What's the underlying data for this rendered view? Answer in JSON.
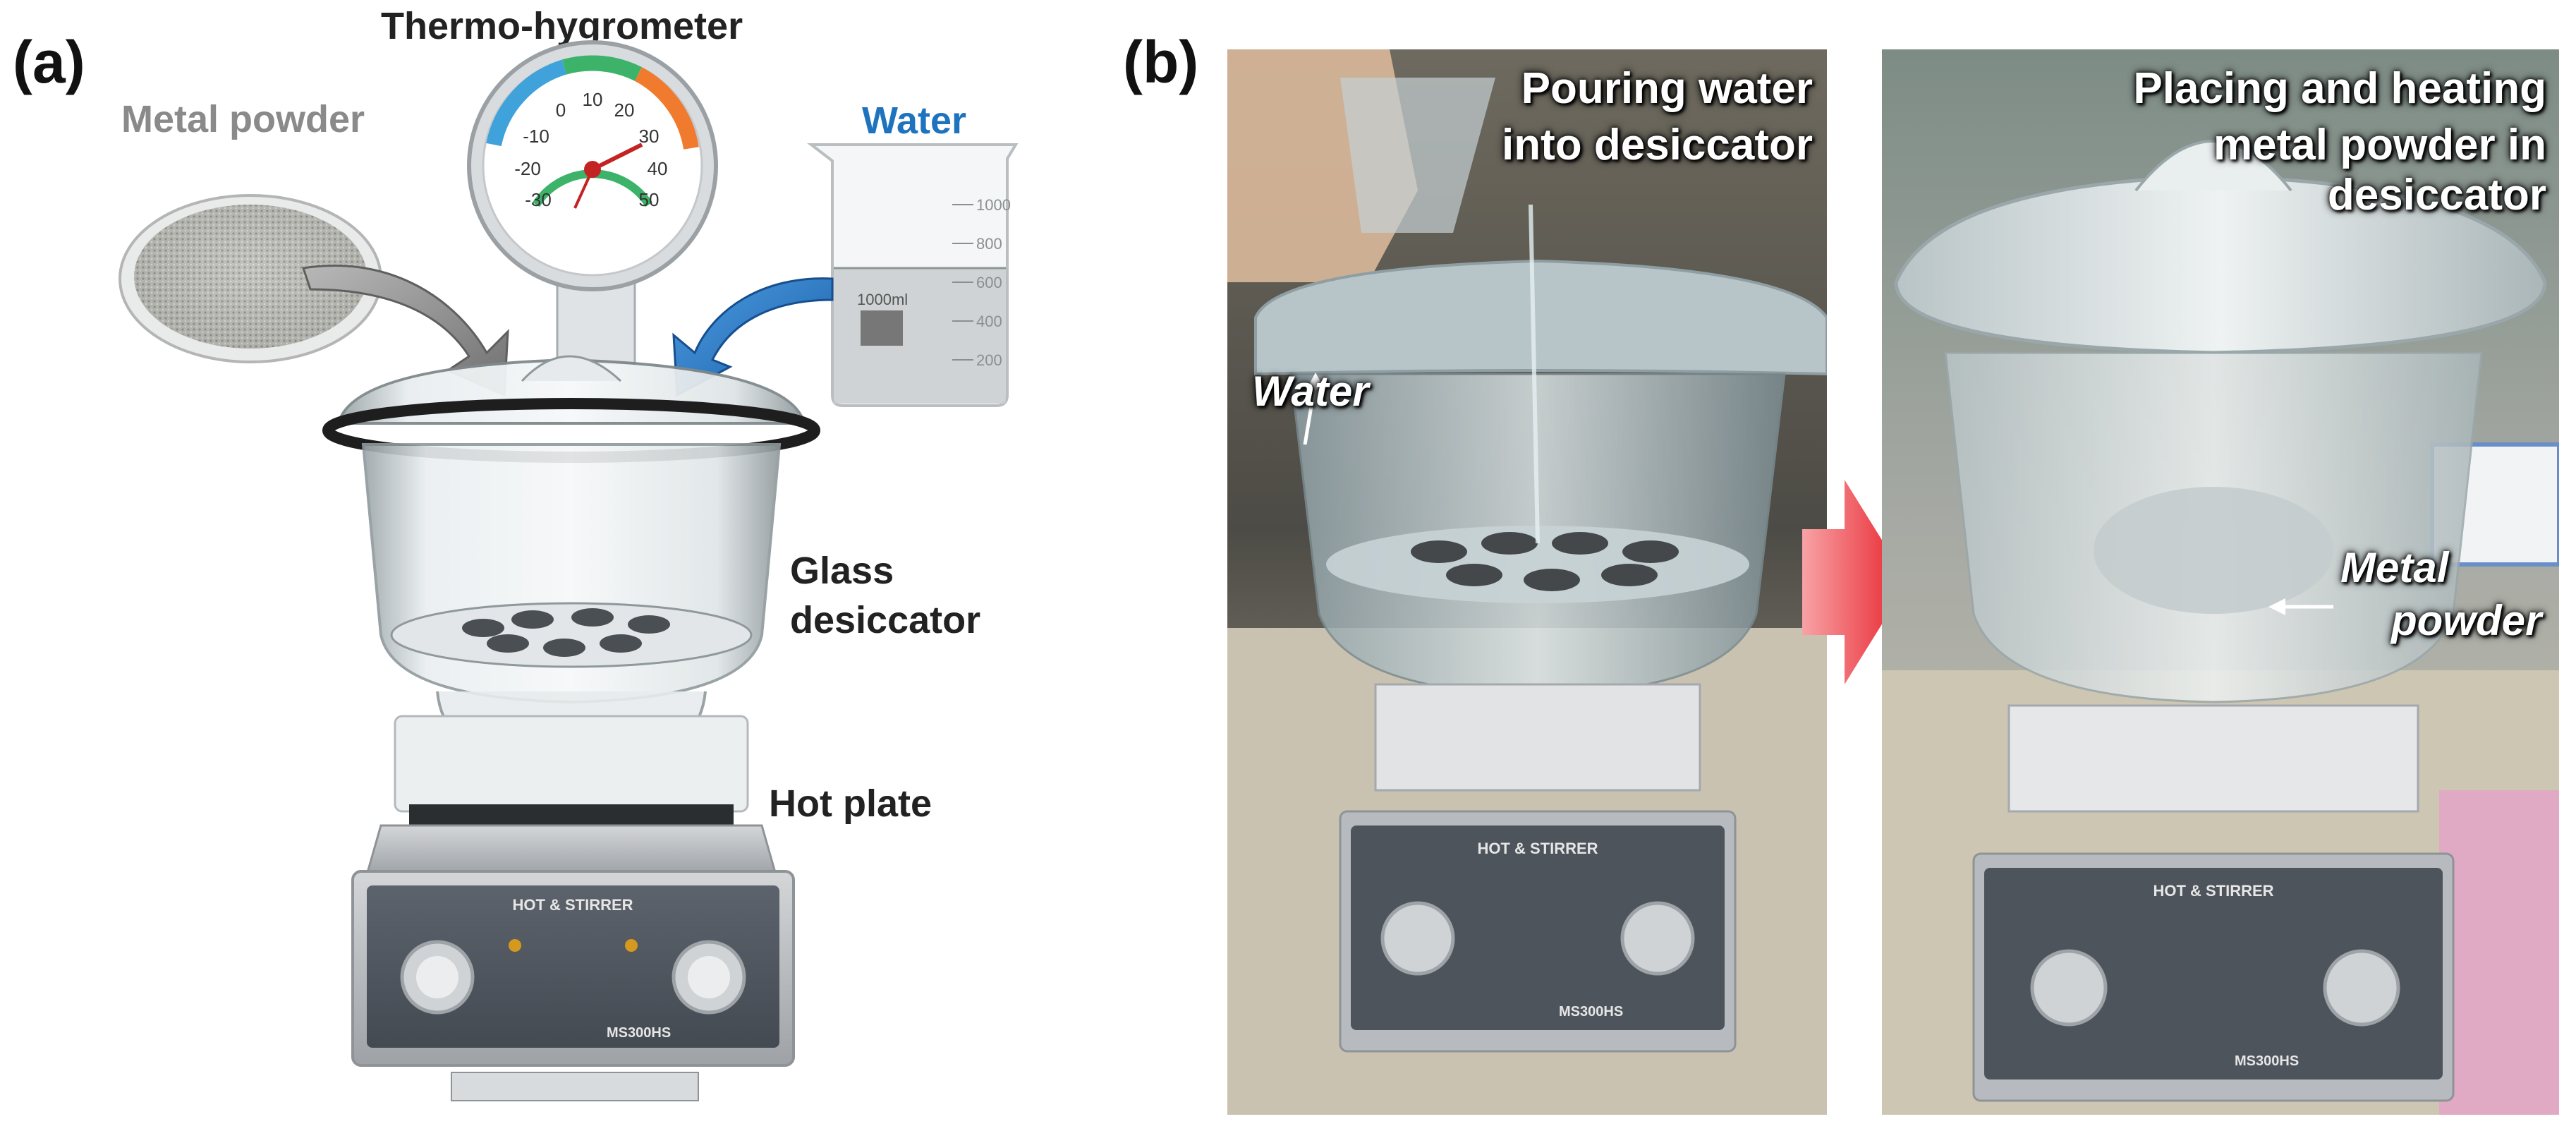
{
  "panel_a": {
    "label": "(a)",
    "thermo_label": "Thermo-hygrometer",
    "metal_powder_label": "Metal powder",
    "water_label": "Water",
    "desiccator_label_line1": "Glass",
    "desiccator_label_line2": "desiccator",
    "hotplate_label": "Hot plate",
    "beaker_volume": "1000ml",
    "beaker_marks": [
      "1000",
      "800",
      "600",
      "400",
      "200"
    ],
    "gauge_ticks": [
      "-30",
      "-20",
      "-10",
      "0",
      "10",
      "20",
      "30",
      "40",
      "50"
    ],
    "device_brand": "HOT & STIRRER",
    "device_model": "MS300HS"
  },
  "panel_b": {
    "label": "(b)",
    "photo1_caption_line1": "Pouring water",
    "photo1_caption_line2": "into desiccator",
    "photo1_water_label": "Water",
    "photo2_caption_line1": "Placing and heating",
    "photo2_caption_line2": "metal powder in desiccator",
    "photo2_metal_line1": "Metal",
    "photo2_metal_line2": "powder",
    "device_brand": "HOT & STIRRER",
    "device_model": "MS300HS"
  },
  "colors": {
    "water_blue": "#1e73be",
    "metal_gray": "#8a8a8a",
    "arrow_red": "#e8202a",
    "text_dark": "#222222"
  }
}
